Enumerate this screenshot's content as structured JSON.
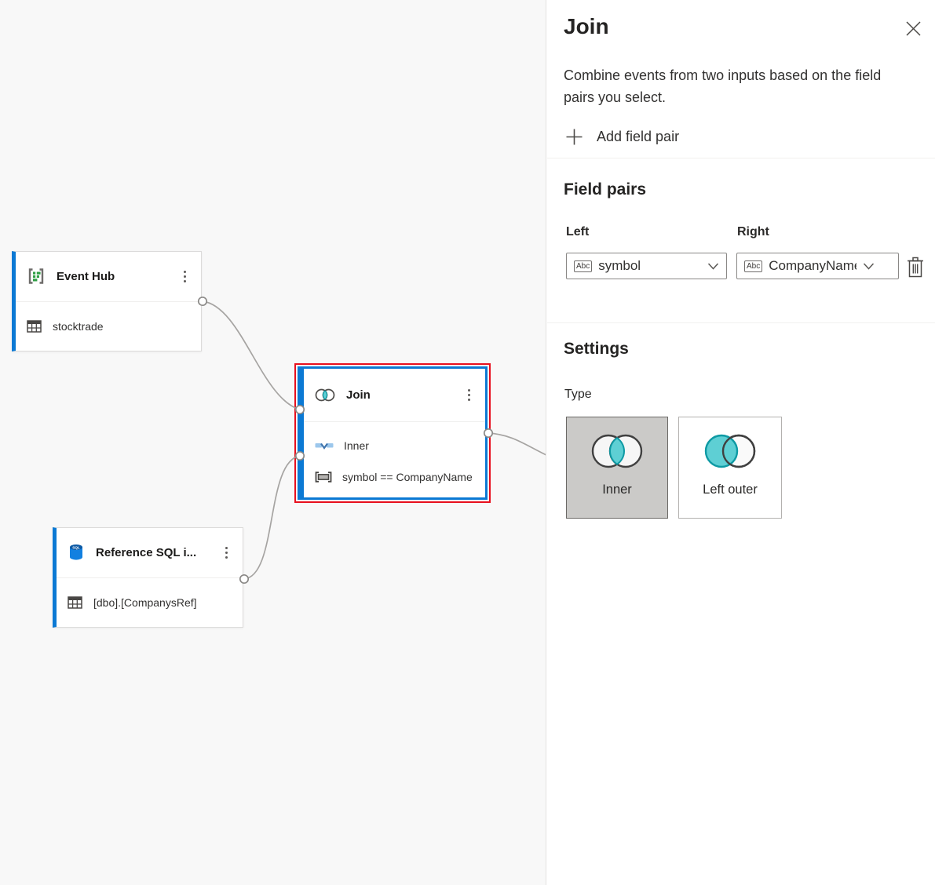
{
  "colors": {
    "accent_blue": "#0b79d4",
    "selection_red": "#e8101e",
    "teal_fill": "#5ecfd4",
    "teal_stroke": "#0e9aa4",
    "edge_gray": "#a6a4a2",
    "canvas_bg": "#f8f8f8"
  },
  "canvas": {
    "event_hub_node": {
      "title": "Event Hub",
      "table_name": "stocktrade"
    },
    "join_node": {
      "title": "Join",
      "join_type": "Inner",
      "condition": "symbol == CompanyName"
    },
    "reference_sql_node": {
      "title": "Reference SQL i...",
      "table_name": "[dbo].[CompanysRef]"
    }
  },
  "panel": {
    "title": "Join",
    "description": "Combine events from two inputs based on the field pairs you select.",
    "add_field_pair_label": "Add field pair",
    "field_pairs": {
      "heading": "Field pairs",
      "left_label": "Left",
      "right_label": "Right",
      "left_value": "symbol",
      "right_value": "CompanyName",
      "type_badge": "Abc"
    },
    "settings": {
      "heading": "Settings",
      "type_label": "Type",
      "option_inner": "Inner",
      "option_left_outer": "Left outer"
    }
  }
}
